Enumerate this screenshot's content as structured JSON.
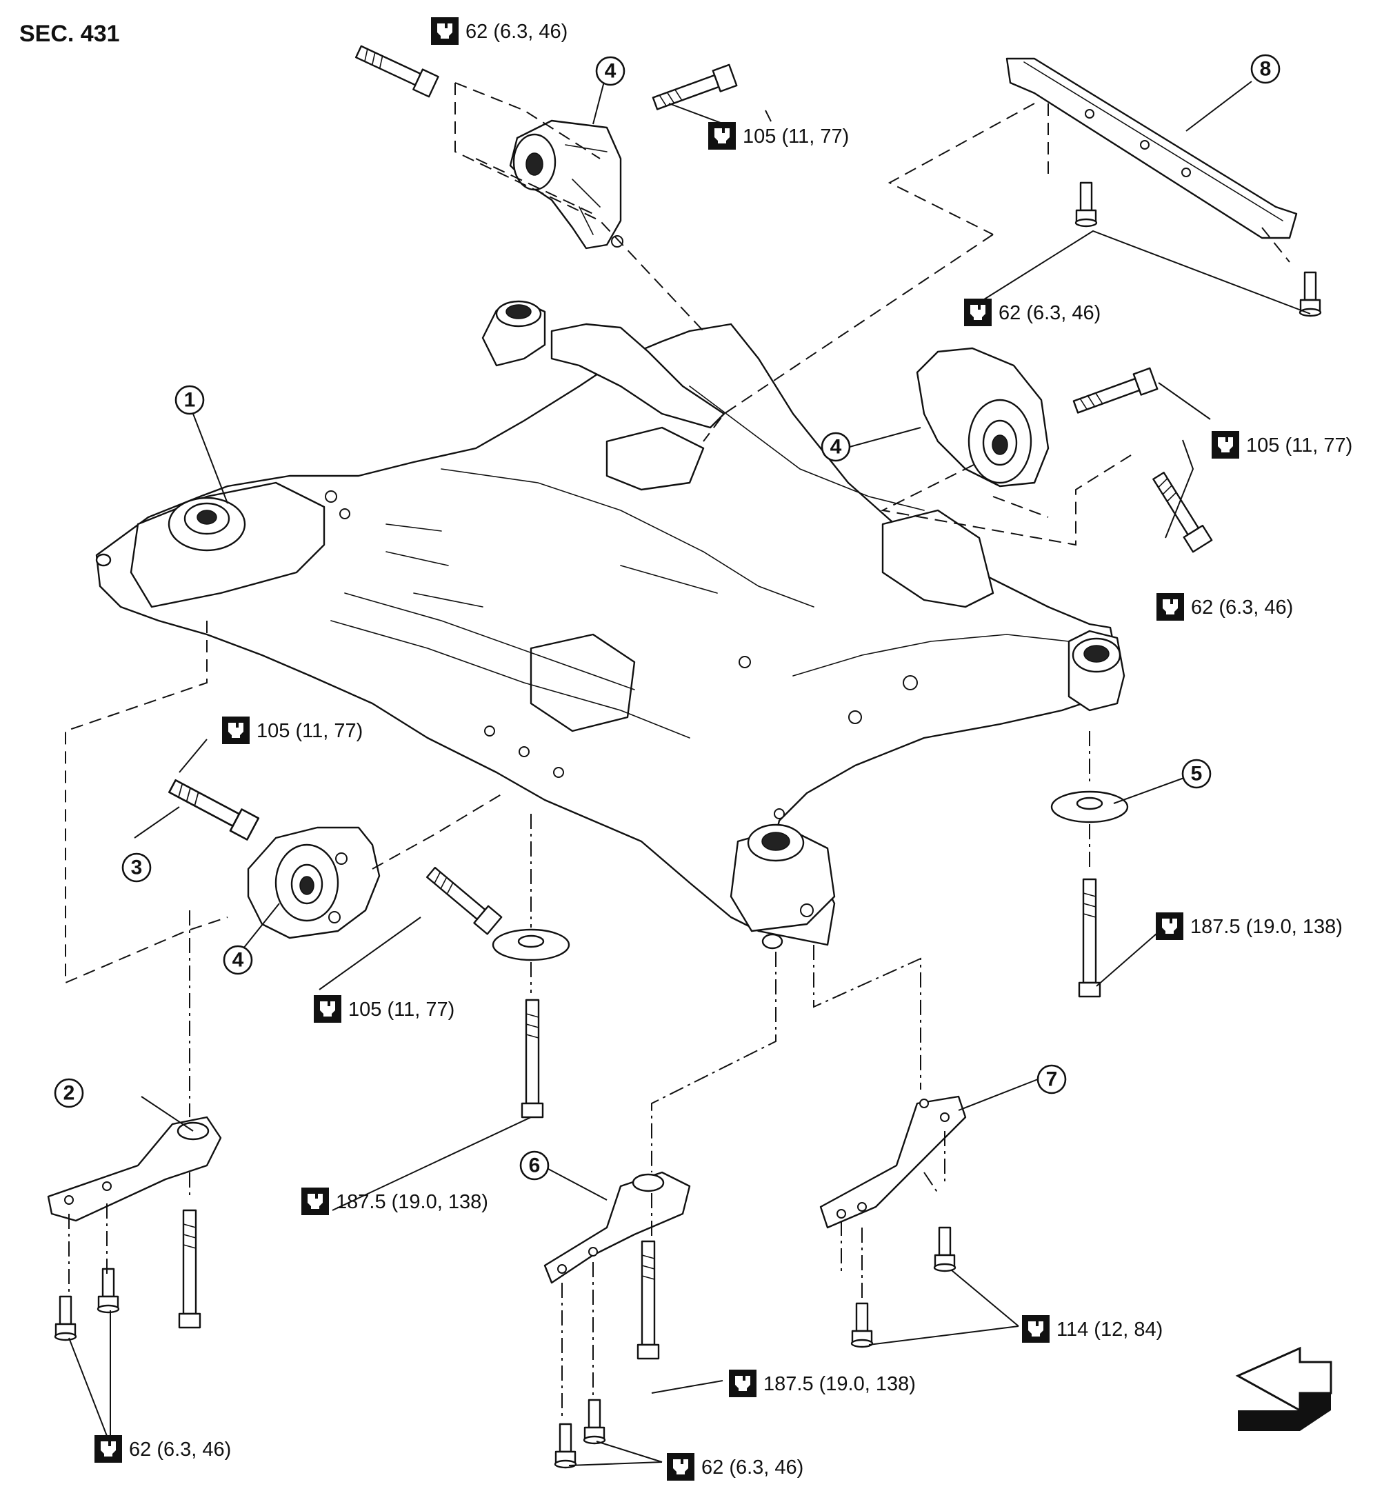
{
  "section_label": "SEC. 431",
  "callouts": [
    "1",
    "2",
    "3",
    "4",
    "4",
    "4",
    "4",
    "5",
    "6",
    "7",
    "8"
  ],
  "torque_specs": [
    "62 (6.3, 46)",
    "105 (11, 77)",
    "62 (6.3, 46)",
    "105 (11, 77)",
    "62 (6.3, 46)",
    "105 (11, 77)",
    "105 (11, 77)",
    "187.5 (19.0, 138)",
    "187.5 (19.0, 138)",
    "187.5 (19.0, 138)",
    "114 (12, 84)",
    "62 (6.3, 46)",
    "62 (6.3, 46)"
  ],
  "icons": {
    "torque": "torque-wrench-icon",
    "direction": "front-direction-arrow-icon"
  }
}
